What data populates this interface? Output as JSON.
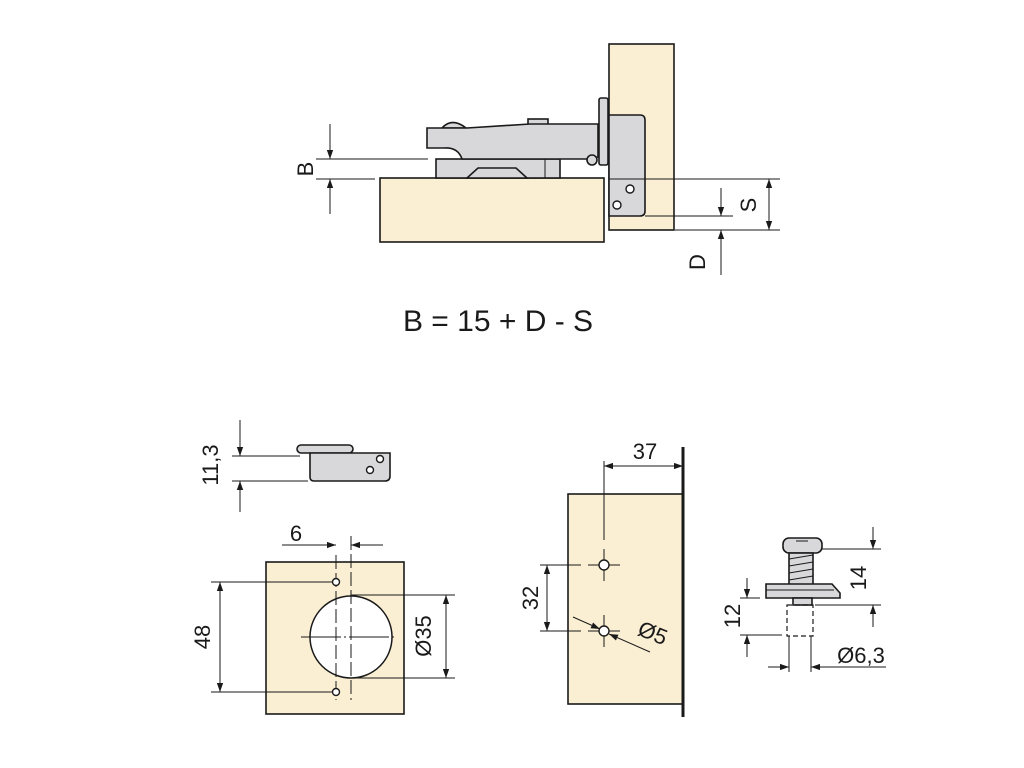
{
  "top_view": {
    "label_b": "B",
    "label_s": "S",
    "label_d": "D",
    "formula": "B = 15 + D - S"
  },
  "side_profile": {
    "height_label": "11,3"
  },
  "cup_plate": {
    "offset_label": "6",
    "spacing_label": "48",
    "cup_diameter_label": "Ø35"
  },
  "mounting_plate": {
    "distance_label": "37",
    "spacing_label": "32",
    "hole_diameter_label": "Ø5"
  },
  "screw": {
    "length_label": "14",
    "depth_label": "12",
    "diameter_label": "Ø6,3"
  },
  "colors": {
    "wood": "#faeed3",
    "metal": "#d8d8db",
    "line": "#1a1a1a"
  }
}
